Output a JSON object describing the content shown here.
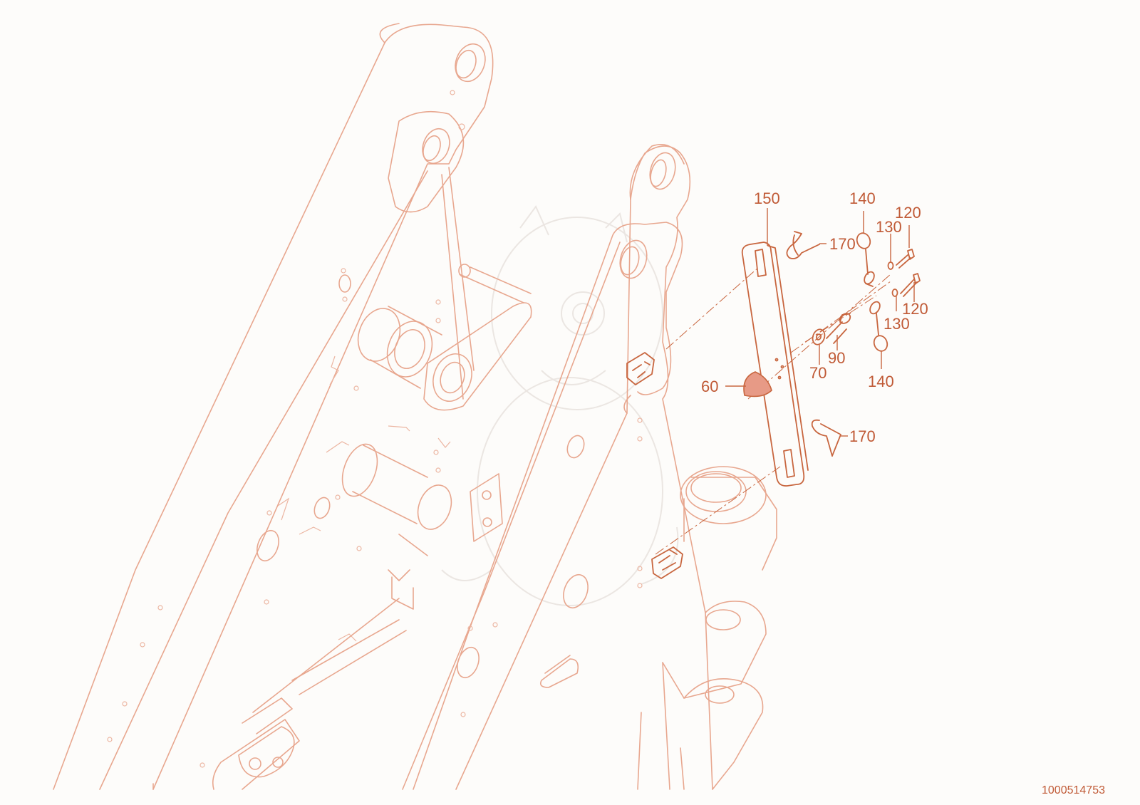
{
  "diagram": {
    "document_number": "1000514753",
    "callouts": [
      {
        "key": "c150",
        "text": "150"
      },
      {
        "key": "c140a",
        "text": "140"
      },
      {
        "key": "c120a",
        "text": "120"
      },
      {
        "key": "c130a",
        "text": "130"
      },
      {
        "key": "c170a",
        "text": "170"
      },
      {
        "key": "c120b",
        "text": "120"
      },
      {
        "key": "c130b",
        "text": "130"
      },
      {
        "key": "c90",
        "text": "90"
      },
      {
        "key": "c70",
        "text": "70"
      },
      {
        "key": "c140b",
        "text": "140"
      },
      {
        "key": "c60",
        "text": "60"
      },
      {
        "key": "c170b",
        "text": "170"
      }
    ],
    "colors": {
      "part_line": "#c8663f",
      "frame_line": "#e8a78f",
      "text": "#c05a36",
      "background": "#fdfcfa",
      "highlight_fill": "#e79a86"
    }
  }
}
